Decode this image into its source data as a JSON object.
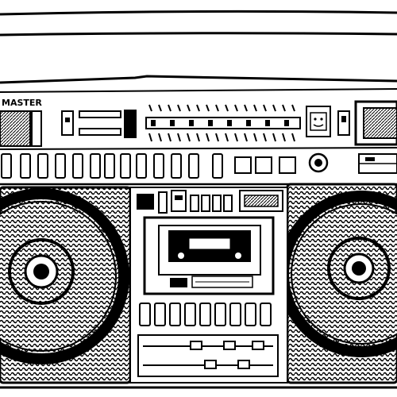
{
  "illustration": {
    "subject": "boombox",
    "style": "black ink line drawing on white",
    "brand_text": "MASTER",
    "ink_color": "#111111",
    "paper_color": "#ffffff"
  }
}
